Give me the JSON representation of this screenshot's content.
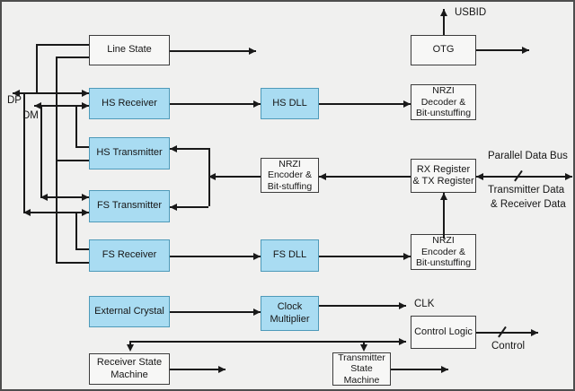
{
  "diagram": {
    "blocks": {
      "line_state": "Line State",
      "otg": "OTG",
      "hs_receiver": "HS Receiver",
      "hs_dll": "HS DLL",
      "nrzi_decoder": "NRZI\nDecoder &\nBit-unstuffing",
      "hs_transmitter": "HS Transmitter",
      "nrzi_encoder_stuffing": "NRZI\nEncoder &\nBit-stuffing",
      "rx_tx_register": "RX Register\n& TX Register",
      "fs_transmitter": "FS Transmitter",
      "fs_receiver": "FS Receiver",
      "fs_dll": "FS DLL",
      "nrzi_encoder_unstuffing": "NRZI\nEncoder &\nBit-unstuffing",
      "external_crystal": "External Crystal",
      "clock_multiplier": "Clock\nMultiplier",
      "control_logic": "Control Logic",
      "receiver_state_machine": "Receiver State\nMachine",
      "transmitter_state_machine": "Transmitter\nState\nMachine"
    },
    "signals": {
      "dp": "DP",
      "dm": "DM",
      "usbid": "USBID",
      "parallel_bus": "Parallel Data Bus",
      "transmitter_data": "Transmitter Data",
      "receiver_data": "& Receiver Data",
      "clk": "CLK",
      "control": "Control"
    },
    "colors": {
      "block_fill_blue": "#a9dcf2",
      "block_border_blue": "#4e9ab9",
      "block_fill_white": "#f7f7f6",
      "block_border_dark": "#3c3c3c",
      "wire": "#191919",
      "background": "#f0f0ef"
    }
  }
}
